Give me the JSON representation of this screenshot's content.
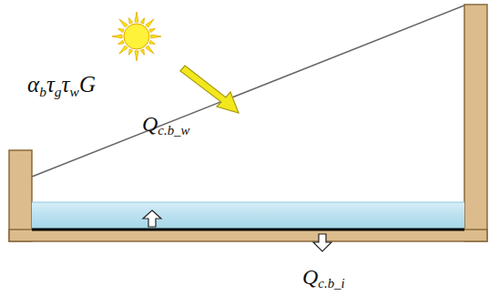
{
  "diagram": {
    "labels": [
      "αbτgτwG",
      "Qc.b_w",
      "Qc.b_i"
    ]
  }
}
